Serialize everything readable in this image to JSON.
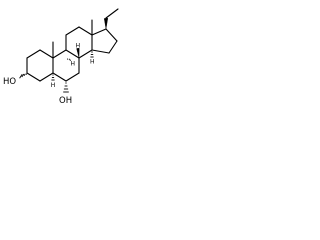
{
  "molecule": {
    "atom_labels": {
      "hydroxyl_3": "HO",
      "hydroxyl_6": "OH",
      "h_5": "H",
      "h_8": "H",
      "h_9": "H",
      "h_14": "H"
    }
  }
}
